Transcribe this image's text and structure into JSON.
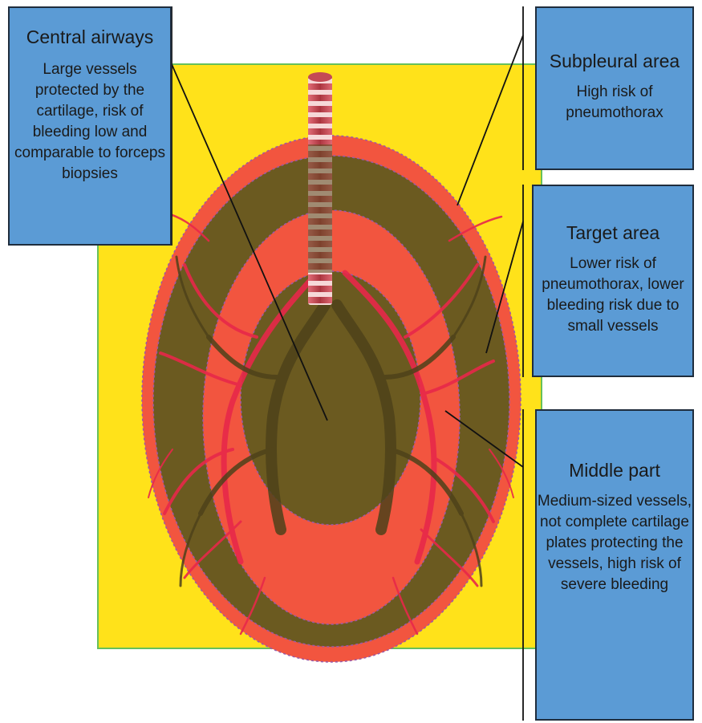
{
  "colors": {
    "background": "#ffffff",
    "yellow_panel": "#ffe21a",
    "panel_border": "#66c05a",
    "outer_ring": "#f2553f",
    "dark_ring": "#6b5a20",
    "middle_ring": "#f2553f",
    "central_area": "#6b5a20",
    "vessels": "#e8284a",
    "airway": "#5a4c1f",
    "callout_box": "#5b9bd5",
    "leader_line": "#111111"
  },
  "icons": [
    "trachea-icon",
    "bronchial-tree-icon",
    "blood-vessels-icon"
  ],
  "callouts": {
    "central": {
      "title": "Central airways",
      "desc": "Large vessels protected by the cartilage, risk of bleeding low and comparable to forceps biopsies"
    },
    "subpleural": {
      "title": "Subpleural area",
      "desc": "High risk of pneumothorax"
    },
    "target": {
      "title": "Target area",
      "desc": "Lower risk of pneumothorax, lower bleeding risk due to small vessels"
    },
    "middle": {
      "title": "Middle part",
      "desc": "Medium-sized vessels, not complete cartilage plates protecting the vessels, high risk of severe bleeding"
    }
  }
}
